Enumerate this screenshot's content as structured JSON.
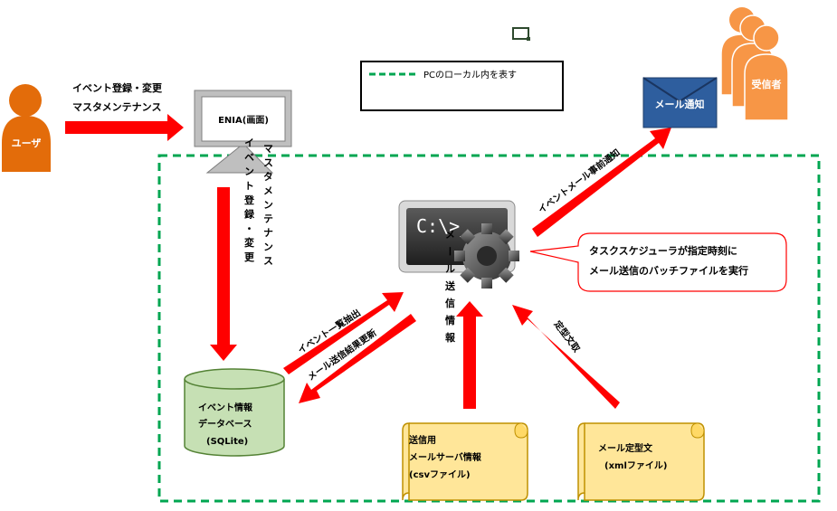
{
  "user": {
    "label": "ユーザ",
    "color": "#E36C0A"
  },
  "user_to_enia": {
    "line1": "イベント登録・変更",
    "line2": "マスタメンテナンス"
  },
  "monitor": {
    "label": "ENIA(画面)"
  },
  "legend": {
    "text": "PCのローカル内を表す",
    "dash_color": "#00A651"
  },
  "mail_notice": {
    "label": "メール通知",
    "color": "#2E5E9E"
  },
  "recipient": {
    "label": "受信者",
    "color": "#F79646"
  },
  "vertical_left": {
    "col1": "マスタメンテナンス",
    "col2": "イベント登録・変更"
  },
  "arrow_event_list": {
    "label": "イベント一覧抽出"
  },
  "arrow_update": {
    "label": "メール送信結果更新"
  },
  "arrow_mail_info": {
    "label": "メール送信情報"
  },
  "arrow_template": {
    "label": "定型文取"
  },
  "arrow_notify": {
    "label": "イベントメール事前通知"
  },
  "callout": {
    "line1": "タスクスケジューラが指定時刻に",
    "line2": "メール送信のバッチファイルを実行"
  },
  "terminal": {
    "prompt": "C:\\>_"
  },
  "database": {
    "line1": "イベント情報",
    "line2": "データベース",
    "line3": "(SQLite)",
    "color": "#C6E0B4"
  },
  "csv_file": {
    "line1": "送信用",
    "line2": "メールサーバ情報",
    "line3": "(csvファイル)",
    "color": "#FFE699"
  },
  "xml_file": {
    "line1": "メール定型文",
    "line2": "(xmlファイル)",
    "color": "#FFE699"
  },
  "colors": {
    "arrow": "#FF0000"
  }
}
